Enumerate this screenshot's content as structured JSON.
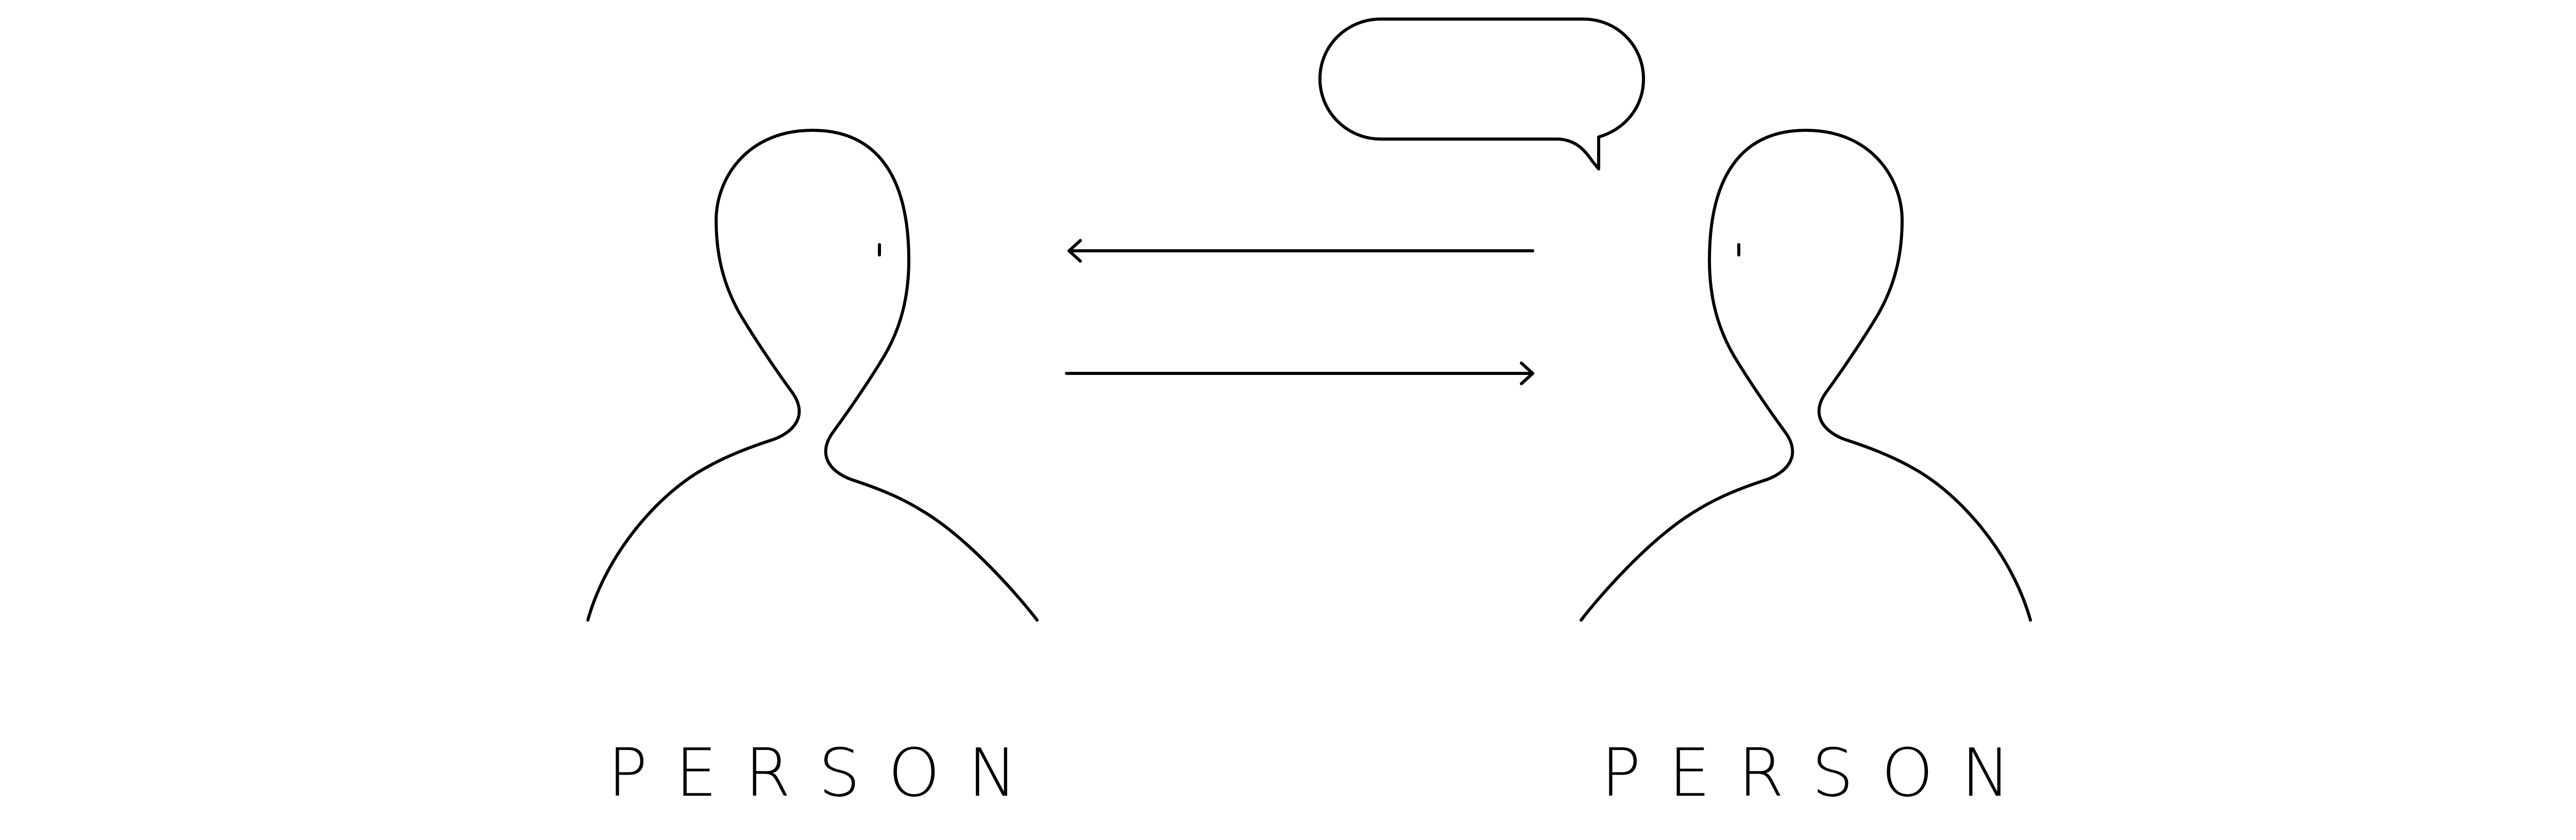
{
  "diagram": {
    "left_person": {
      "label": "PERSON",
      "facing": "right"
    },
    "right_person": {
      "label": "PERSON",
      "facing": "left"
    },
    "arrows": [
      {
        "direction": "to-left-person"
      },
      {
        "direction": "to-right-person"
      }
    ],
    "speech_bubble": {
      "text": "",
      "attached_to": "right_person"
    },
    "colors": {
      "stroke": "#000000",
      "background": "#ffffff"
    }
  }
}
